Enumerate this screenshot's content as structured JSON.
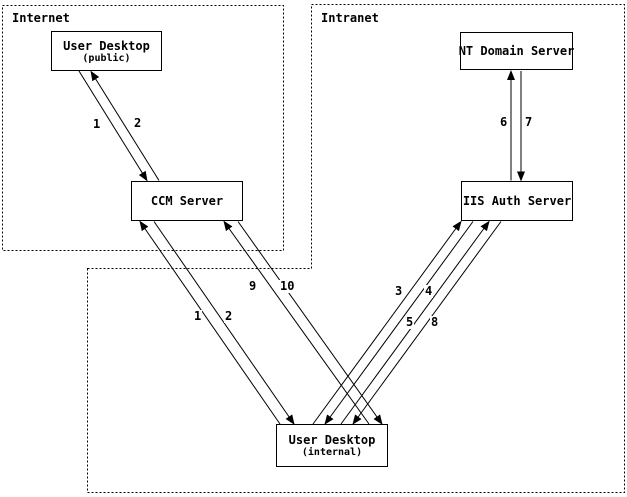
{
  "zones": {
    "internet": {
      "label": "Internet"
    },
    "intranet": {
      "label": "Intranet"
    }
  },
  "nodes": {
    "user_desktop_public": {
      "title": "User Desktop",
      "subtitle": "(public)"
    },
    "ccm_server": {
      "title": "CCM Server"
    },
    "nt_domain_server": {
      "title": "NT Domain Server"
    },
    "iis_auth_server": {
      "title": "IIS Auth Server"
    },
    "user_desktop_internal": {
      "title": "User Desktop",
      "subtitle": "(internal)"
    }
  },
  "flow_labels": {
    "internet_1": "1",
    "internet_2": "2",
    "ccm_internal_1": "1",
    "ccm_internal_2": "2",
    "ccm_internal_9": "9",
    "ccm_internal_10": "10",
    "iis_internal_3": "3",
    "iis_internal_4": "4",
    "iis_internal_5": "5",
    "iis_internal_8": "8",
    "nt_iis_6": "6",
    "nt_iis_7": "7"
  },
  "colors": {
    "ink": "#000000",
    "background": "#ffffff"
  }
}
